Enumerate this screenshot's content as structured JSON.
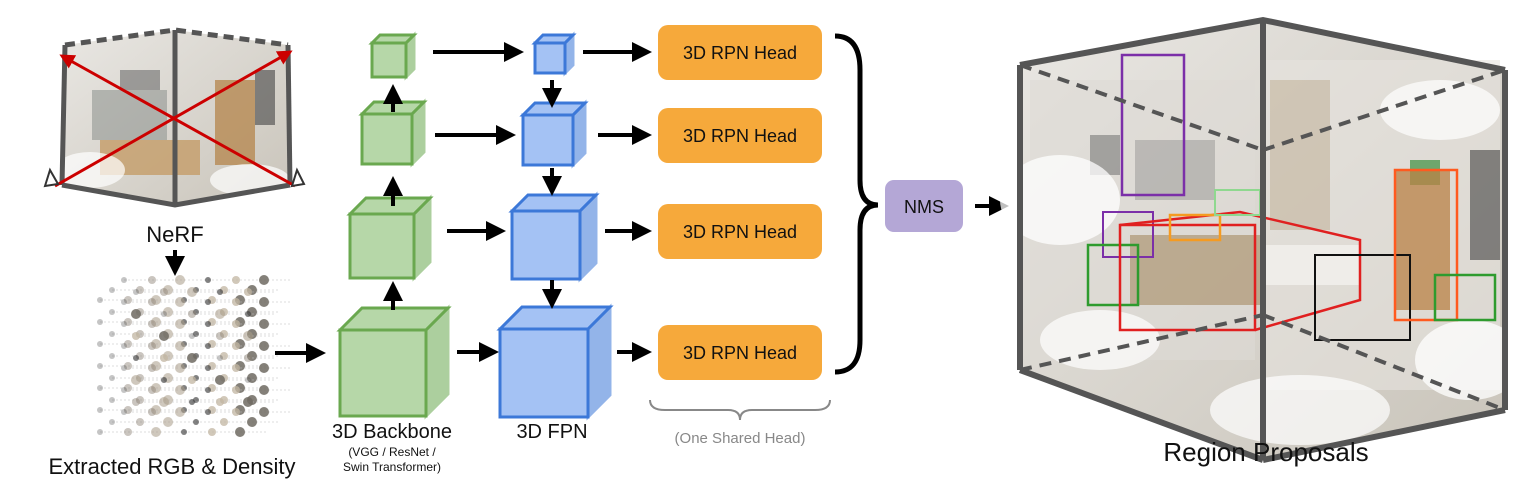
{
  "labels": {
    "nerf": "NeRF",
    "extracted": "Extracted RGB & Density",
    "backbone": "3D Backbone",
    "backbone_sub_1": "(VGG / ResNet /",
    "backbone_sub_2": "Swin Transformer)",
    "fpn": "3D FPN",
    "shared_head": "(One Shared Head)",
    "nms": "NMS",
    "region": "Region Proposals"
  },
  "rpn_heads": [
    "3D RPN Head",
    "3D RPN Head",
    "3D RPN Head",
    "3D RPN Head"
  ],
  "colors": {
    "backbone_fill": "#b6d7a8",
    "backbone_stroke": "#6aa84f",
    "fpn_fill": "#a4c2f4",
    "fpn_stroke": "#3c78d8",
    "head_fill": "#f6a93b",
    "nms_fill": "#b4a7d6",
    "cross": "#cc0000",
    "box_frame": "#555555"
  },
  "icons": [
    "red-cross-icon",
    "camera-icon",
    "curly-brace-icon"
  ]
}
